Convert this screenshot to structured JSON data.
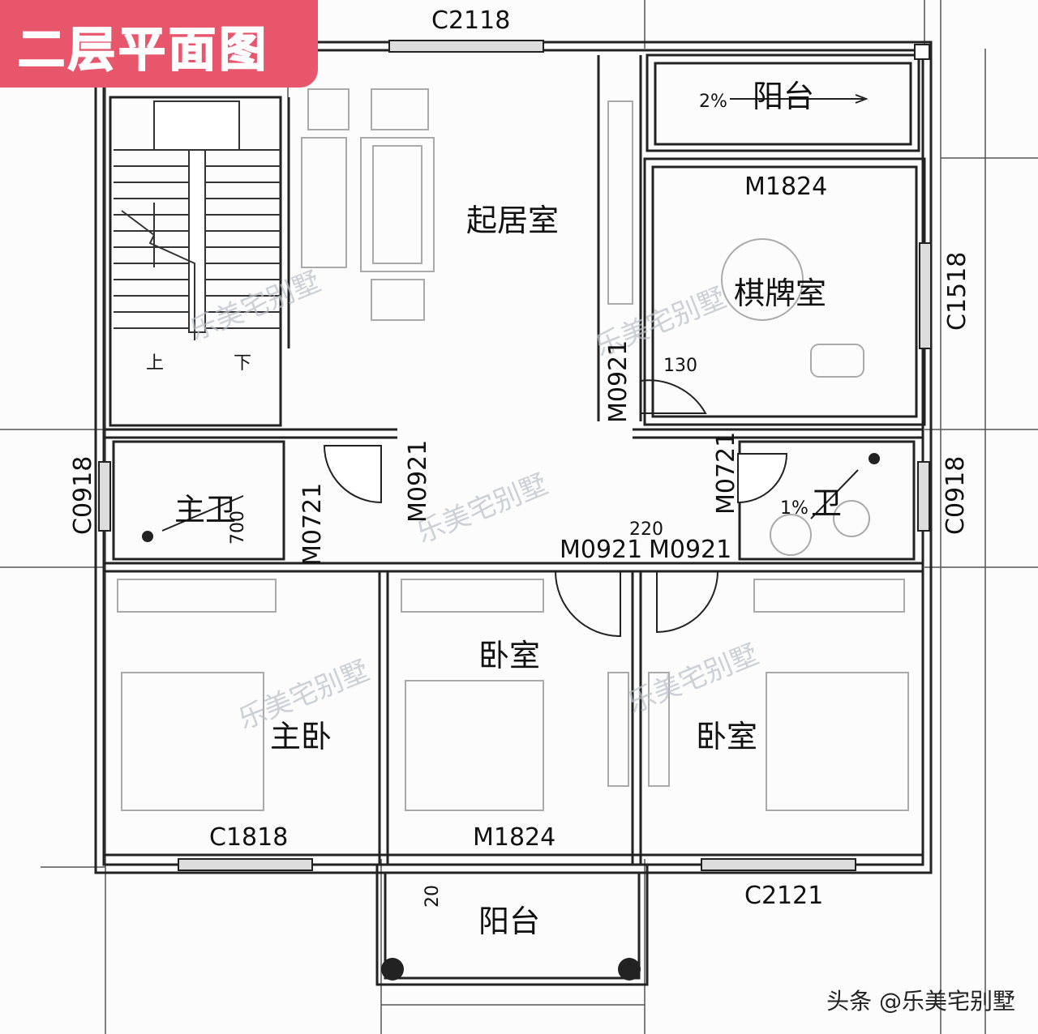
{
  "title": "二层平面图",
  "credit": "头条 @乐美宅别墅",
  "watermark": "乐美宅别墅",
  "rooms": {
    "living": "起居室",
    "balcony_top": "阳台",
    "mahjong": "棋牌室",
    "master_bath": "主卫",
    "bath": "卫",
    "master_bed": "主卧",
    "bed_mid": "卧室",
    "bed_right": "卧室",
    "balcony_bottom": "阳台"
  },
  "stairs": {
    "up": "上",
    "down": "下"
  },
  "slopes": {
    "balcony": "2%",
    "bath": "1%"
  },
  "codes": {
    "c2118": "C2118",
    "m1824_top": "M1824",
    "c1518": "C1518",
    "m0921_a": "M0921",
    "m0921_b": "M0921",
    "m0921_c": "M0921",
    "m0921_d": "M0921",
    "m0721_a": "M0721",
    "m0721_b": "M0721",
    "c0918_l": "C0918",
    "c0918_r": "C0918",
    "c1818": "C1818",
    "m1824_bottom": "M1824",
    "c2121": "C2121"
  },
  "dims": {
    "d700": "700",
    "d220": "220",
    "d20": "20",
    "d130": "130"
  }
}
